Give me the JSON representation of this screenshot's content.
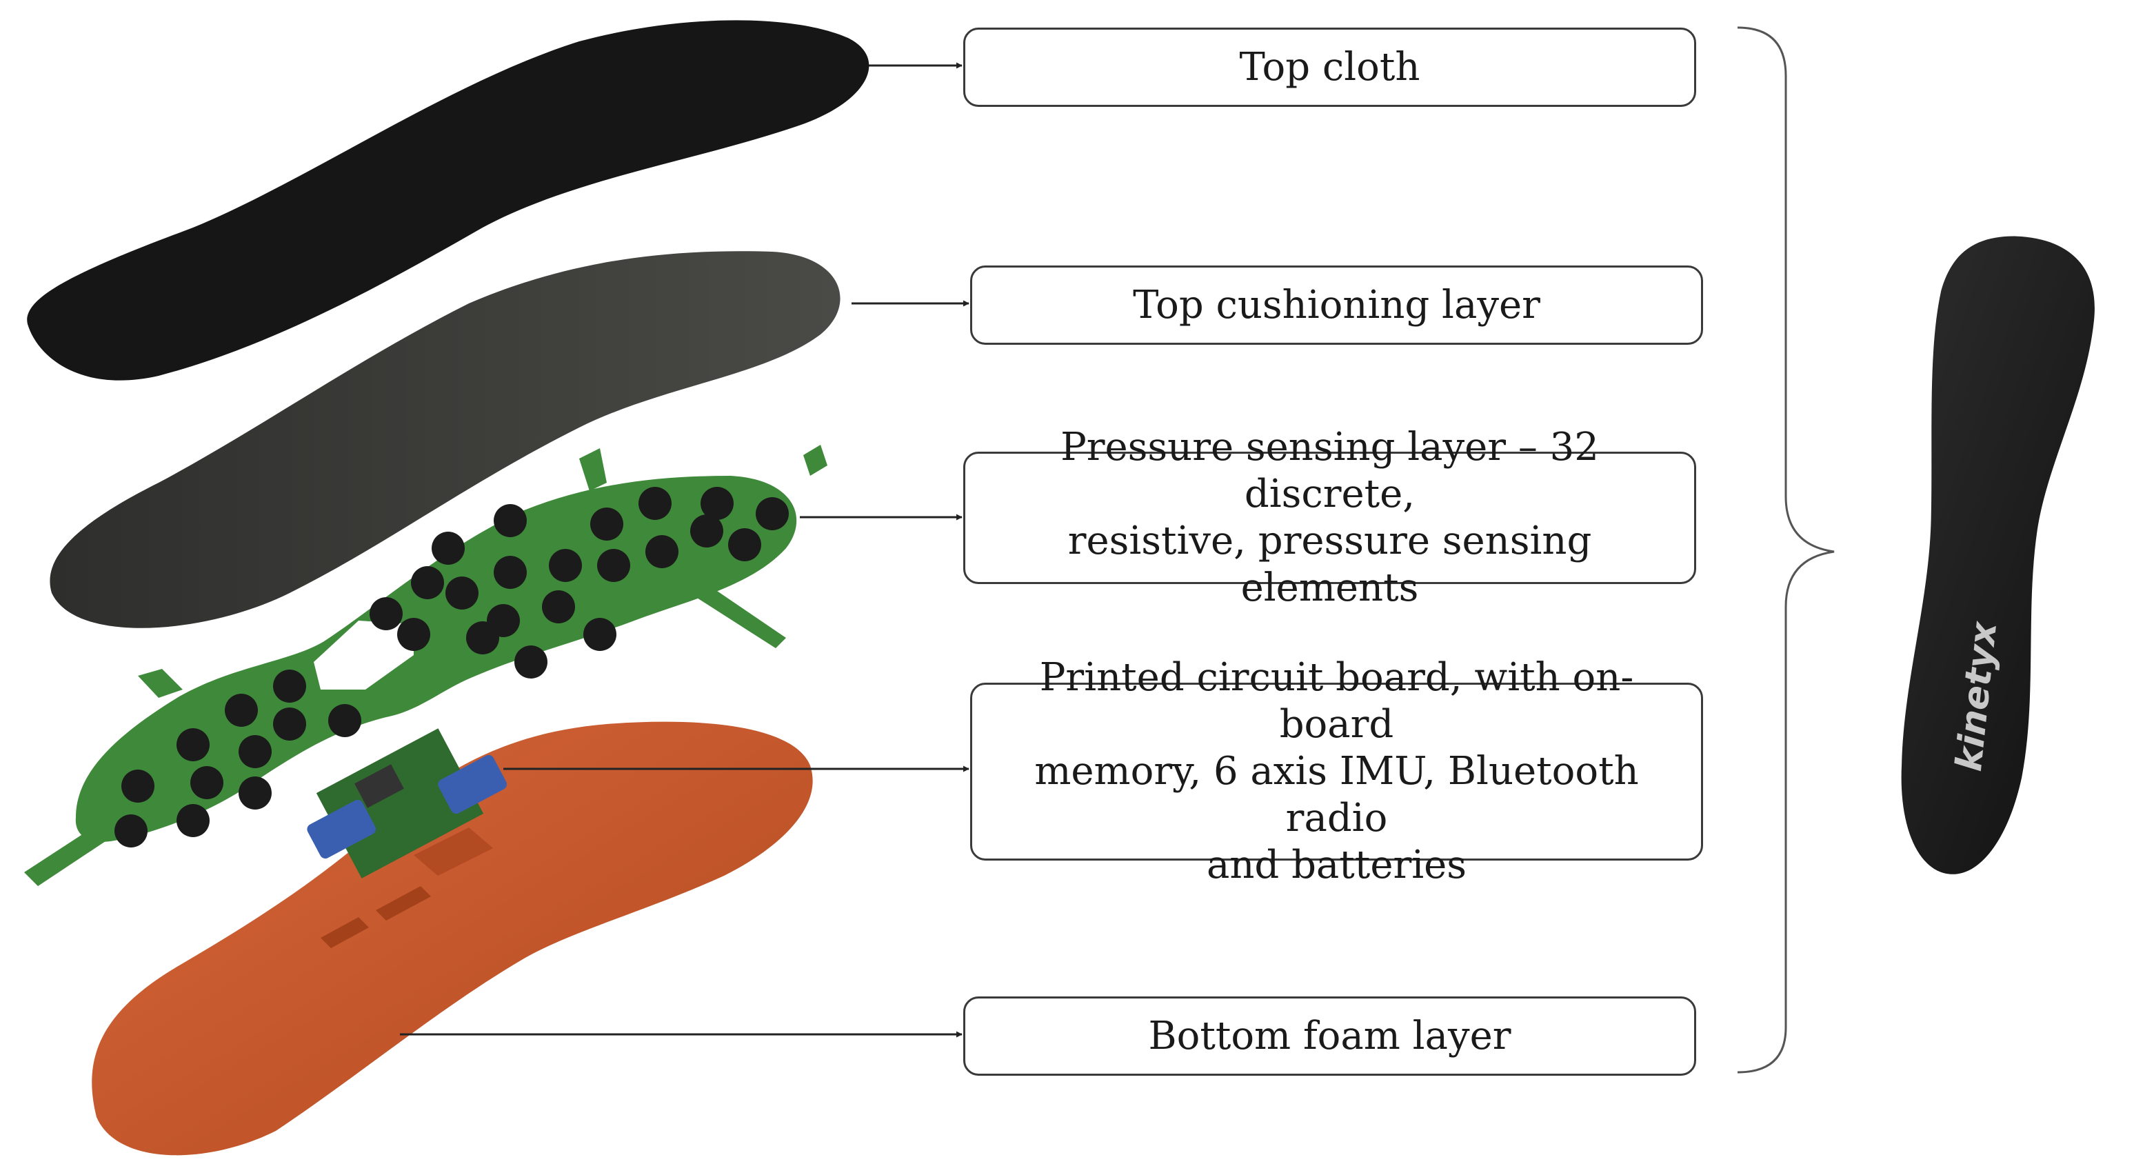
{
  "layers": [
    {
      "id": "top-cloth",
      "label": "Top cloth"
    },
    {
      "id": "top-cushioning",
      "label": "Top cushioning layer"
    },
    {
      "id": "pressure-sensing",
      "label": "Pressure sensing layer – 32 discrete,\nresistive, pressure sensing elements"
    },
    {
      "id": "circuit-board",
      "label": "Printed circuit board, with on-board\nmemory, 6 axis IMU, Bluetooth radio\nand batteries"
    },
    {
      "id": "bottom-foam",
      "label": "Bottom foam layer"
    }
  ],
  "brand_logo_text": "kinetyx",
  "colors": {
    "top_cloth": "#161616",
    "cushion": "#3b3b38",
    "sensor_board": "#3f8a3a",
    "sensor_dot": "#1b1b1b",
    "foam": "#c55a2a",
    "pcb_blue": "#3a5fb0",
    "connector": "#333333"
  }
}
